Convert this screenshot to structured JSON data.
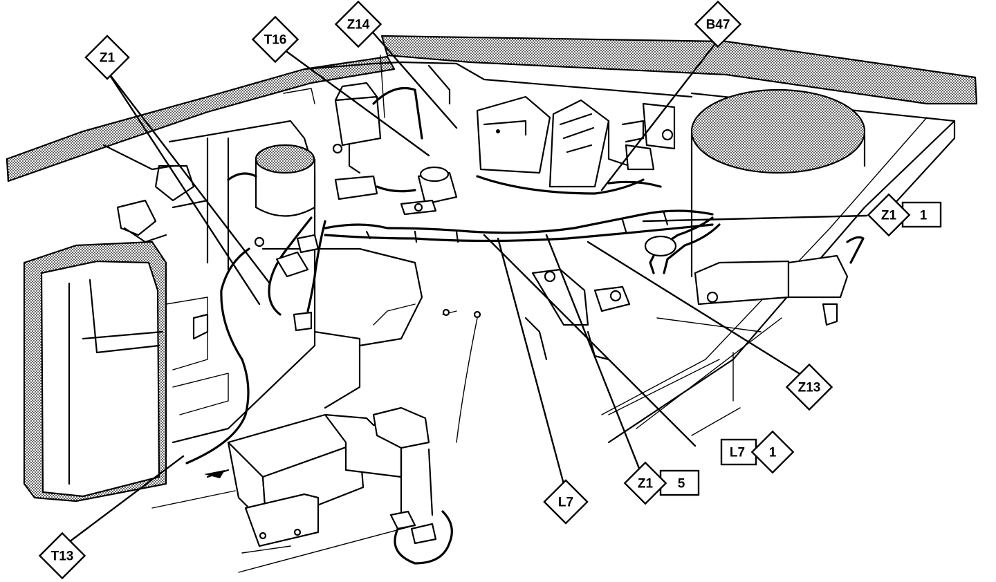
{
  "callouts": [
    {
      "id": "z1-top",
      "label": "Z1"
    },
    {
      "id": "t16",
      "label": "T16"
    },
    {
      "id": "z14",
      "label": "Z14"
    },
    {
      "id": "b47",
      "label": "B47"
    },
    {
      "id": "z1-right",
      "label": "Z1",
      "number": "1"
    },
    {
      "id": "z13",
      "label": "Z13"
    },
    {
      "id": "l7-right",
      "label": "L7",
      "number": "1"
    },
    {
      "id": "z1-bottom",
      "label": "Z1",
      "number": "5"
    },
    {
      "id": "l7-bottom",
      "label": "L7"
    },
    {
      "id": "t13",
      "label": "T13"
    }
  ]
}
